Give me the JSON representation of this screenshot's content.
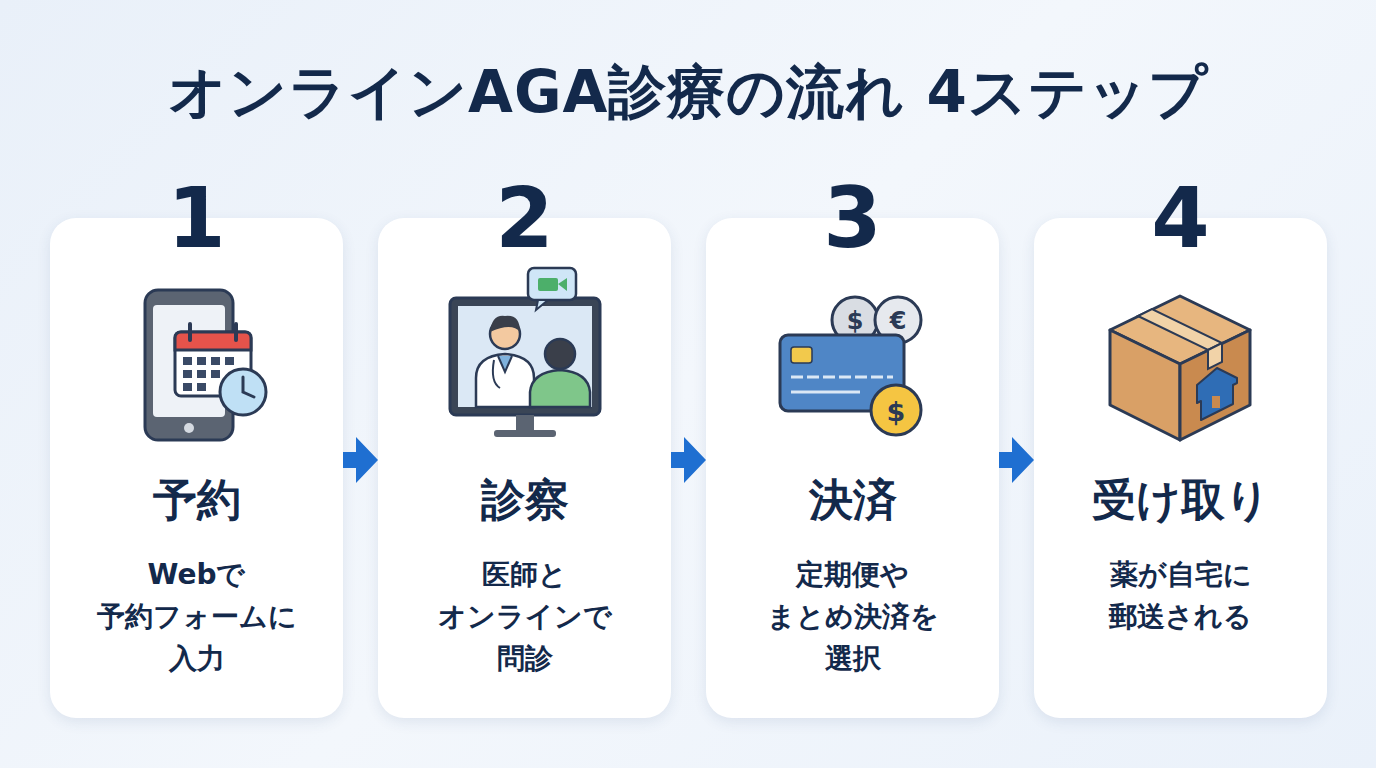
{
  "diagram": {
    "title": "オンラインAGA診療の流れ 4ステップ",
    "nodes": [
      {
        "text": [
          "1",
          "予約",
          "Webで 予約フォームに 入力"
        ]
      },
      {
        "text": [
          "2",
          "診察",
          "医師と オンラインで 問診"
        ]
      },
      {
        "text": [
          "3",
          "決済",
          "定期便や まとめ決済を 選択"
        ]
      },
      {
        "text": [
          "4",
          "受け取り",
          "薬が自宅に 郵送される"
        ]
      }
    ],
    "edges": [
      {
        "from": 0,
        "to": 1,
        "arrow": "to"
      },
      {
        "from": 1,
        "to": 2,
        "arrow": "to"
      },
      {
        "from": 2,
        "to": 3,
        "arrow": "to"
      }
    ],
    "labels": [
      "$",
      "€",
      "$"
    ]
  }
}
